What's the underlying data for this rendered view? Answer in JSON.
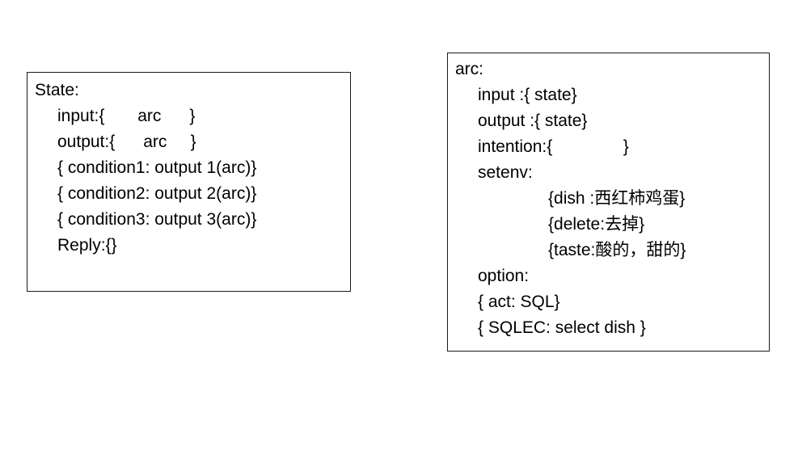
{
  "colors": {
    "background": "#ffffff",
    "box_border": "#1a1a1a",
    "text": "#000000"
  },
  "state_box": {
    "title": "State:",
    "lines": [
      "State:",
      "input:{       arc      }",
      "output:{      arc     }",
      "{ condition1: output 1(arc)}",
      "{ condition2: output 2(arc)}",
      "{ condition3: output 3(arc)}",
      "Reply:{}"
    ]
  },
  "arc_box": {
    "title": "arc:",
    "lines": [
      "arc:",
      "input :{ state}",
      "output :{ state}",
      "intention:{               }",
      "setenv:",
      "{dish :西红柿鸡蛋}",
      "{delete:去掉}",
      "{taste:酸的，甜的}",
      "option:",
      "{ act: SQL}",
      "{ SQLEC: select dish }"
    ]
  }
}
